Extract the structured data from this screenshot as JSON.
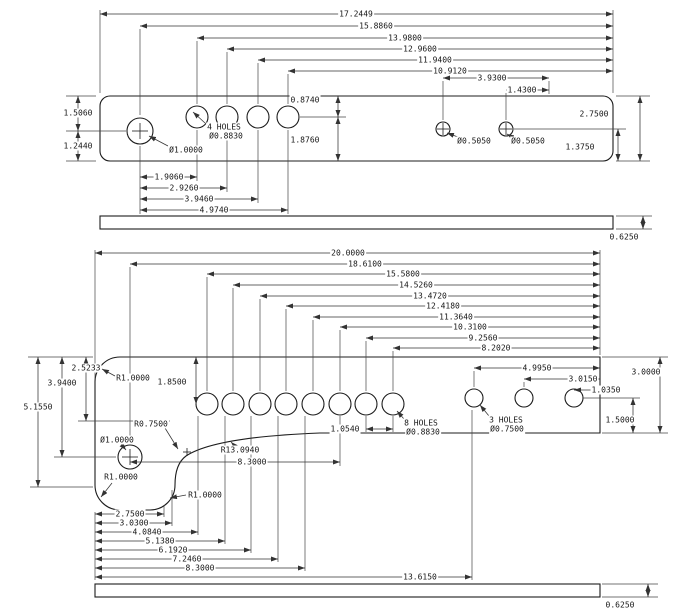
{
  "top_view": {
    "dims_top": [
      "17.2449",
      "15.8860",
      "13.9800",
      "12.9600",
      "11.9400",
      "10.9120",
      "3.9300",
      "1.4300"
    ],
    "dims_left": [
      "1.5060",
      "1.2440"
    ],
    "dims_right": [
      "2.7500",
      "1.3750"
    ],
    "dims_mid": [
      "0.8740",
      "1.8760"
    ],
    "dims_bottom": [
      "1.9060",
      "2.9260",
      "3.9460",
      "4.9740"
    ],
    "labels": {
      "left_hole": "Ø1.0000",
      "four_holes_line1": "4 HOLES",
      "four_holes_line2": "Ø0.8830",
      "right_hole_a": "Ø0.5050",
      "right_hole_b": "Ø0.5050"
    },
    "side_thickness": "0.6250"
  },
  "bottom_view": {
    "dims_top": [
      "20.0000",
      "18.6100",
      "15.5800",
      "14.5260",
      "13.4720",
      "12.4180",
      "11.3640",
      "10.3100",
      "9.2560",
      "8.2020"
    ],
    "dims_right_top": [
      "4.9950",
      "3.0150",
      "1.0350"
    ],
    "dims_right_side": [
      "3.0000",
      "1.5000"
    ],
    "dims_left": [
      "2.5233",
      "3.9400",
      "5.1550"
    ],
    "dims_bottom": [
      "2.7500",
      "3.0300",
      "4.0840",
      "5.1380",
      "6.1920",
      "7.2460",
      "8.3000",
      "13.6150"
    ],
    "labels": {
      "radius_top_left": "R1.0000",
      "row_offset": "1.8500",
      "radius_fillet": "R0.7500",
      "left_hole": "Ø1.0000",
      "radius_big": "R13.0940",
      "inner_span": "8.3000",
      "hole_pitch": "1.0540",
      "eight_holes_line1": "8 HOLES",
      "eight_holes_line2": "Ø0.8830",
      "three_holes_line1": "3 HOLES",
      "three_holes_line2": "Ø0.7500",
      "radius_bottom_left": "R1.0000",
      "radius_step": "R1.0000"
    },
    "side_thickness": "0.6250"
  }
}
